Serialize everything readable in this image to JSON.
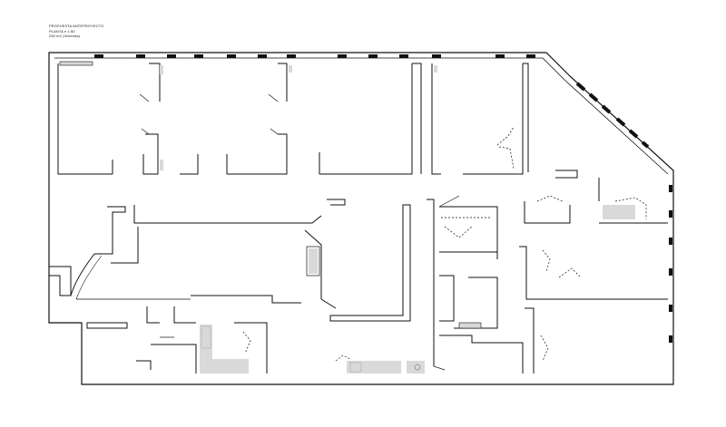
{
  "caption": {
    "line1": "PROPUESTA ANTEPROYECTO",
    "line2": "PLANTA e 1:50",
    "line3": "250 m2 (Vivienda)"
  },
  "colors": {
    "wall": "#111111",
    "floor_tile": "#d9d9d9",
    "line": "#222222",
    "background": "#ffffff"
  }
}
